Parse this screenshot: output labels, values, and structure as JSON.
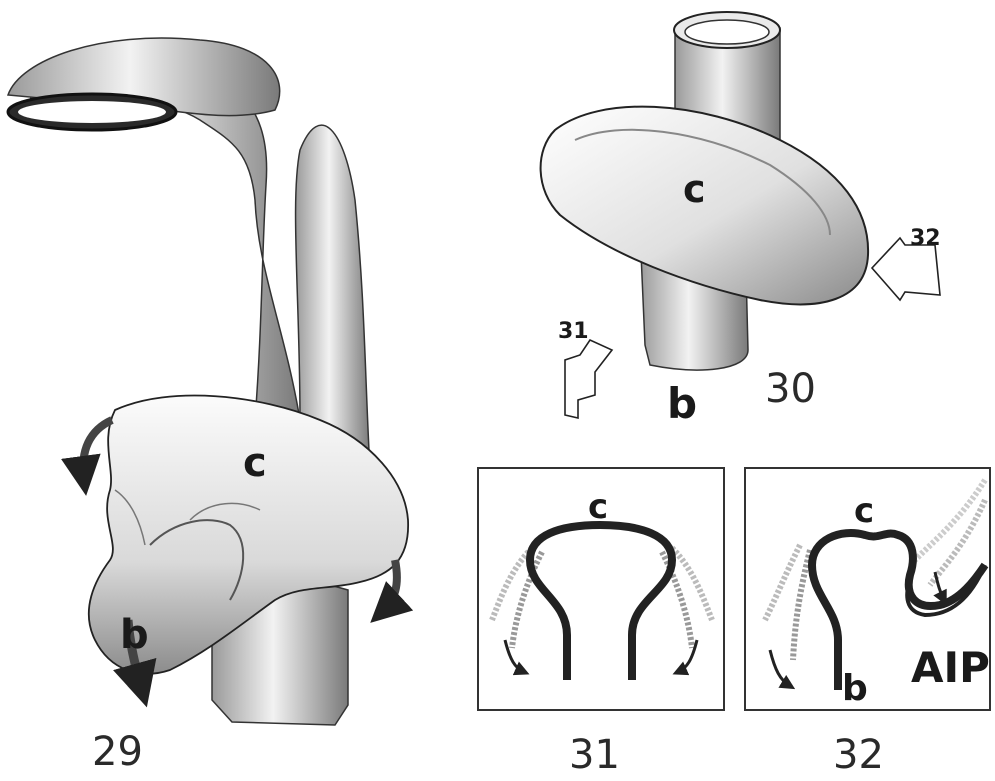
{
  "figures": {
    "fig29": {
      "number": "29",
      "label_c": "c",
      "label_b": "b"
    },
    "fig30": {
      "number": "30",
      "label_c": "c",
      "label_b": "b",
      "arrow_31": "31",
      "arrow_32": "32"
    },
    "fig31": {
      "number": "31",
      "label_c": "c"
    },
    "fig32": {
      "number": "32",
      "label_c": "c",
      "label_b": "b",
      "label_aip": "AIP"
    }
  }
}
